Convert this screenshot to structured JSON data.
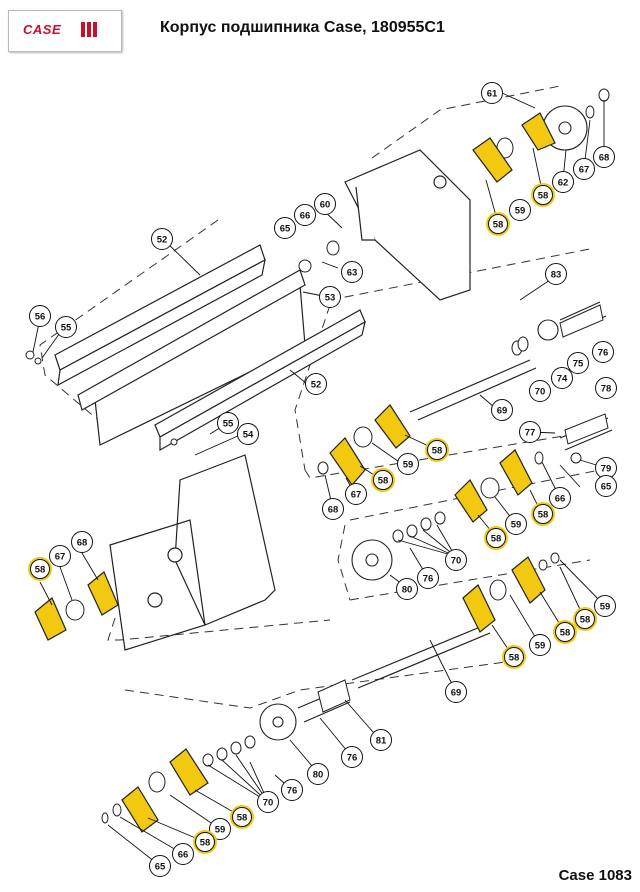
{
  "header": {
    "logo_text": "CASE",
    "title": "Корпус подшипника Case, 180955C1"
  },
  "footer": {
    "model": "Case 1083"
  },
  "colors": {
    "highlight": "#f2c811",
    "outline": "#222222",
    "logo_red": "#c8102e"
  },
  "callouts": [
    {
      "text": "61",
      "hl": false
    },
    {
      "text": "60",
      "hl": false
    },
    {
      "text": "66",
      "hl": false
    },
    {
      "text": "65",
      "hl": false
    },
    {
      "text": "52",
      "hl": false
    },
    {
      "text": "63",
      "hl": false
    },
    {
      "text": "53",
      "hl": false
    },
    {
      "text": "56",
      "hl": false
    },
    {
      "text": "55",
      "hl": false
    },
    {
      "text": "52",
      "hl": false
    },
    {
      "text": "55",
      "hl": false
    },
    {
      "text": "54",
      "hl": false
    },
    {
      "text": "58",
      "hl": true
    },
    {
      "text": "59",
      "hl": false
    },
    {
      "text": "58",
      "hl": true
    },
    {
      "text": "62",
      "hl": false
    },
    {
      "text": "67",
      "hl": false
    },
    {
      "text": "68",
      "hl": false
    },
    {
      "text": "83",
      "hl": false
    },
    {
      "text": "75",
      "hl": false
    },
    {
      "text": "76",
      "hl": false
    },
    {
      "text": "74",
      "hl": false
    },
    {
      "text": "70",
      "hl": false
    },
    {
      "text": "69",
      "hl": false
    },
    {
      "text": "78",
      "hl": false
    },
    {
      "text": "77",
      "hl": false
    },
    {
      "text": "79",
      "hl": false
    },
    {
      "text": "58",
      "hl": true
    },
    {
      "text": "59",
      "hl": false
    },
    {
      "text": "58",
      "hl": true
    },
    {
      "text": "67",
      "hl": false
    },
    {
      "text": "68",
      "hl": false
    },
    {
      "text": "65",
      "hl": false
    },
    {
      "text": "66",
      "hl": false
    },
    {
      "text": "58",
      "hl": true
    },
    {
      "text": "59",
      "hl": false
    },
    {
      "text": "58",
      "hl": true
    },
    {
      "text": "70",
      "hl": false
    },
    {
      "text": "76",
      "hl": false
    },
    {
      "text": "80",
      "hl": false
    },
    {
      "text": "58",
      "hl": true
    },
    {
      "text": "59",
      "hl": false
    },
    {
      "text": "58",
      "hl": true
    },
    {
      "text": "58",
      "hl": true
    },
    {
      "text": "59",
      "hl": false
    },
    {
      "text": "58",
      "hl": true
    },
    {
      "text": "67",
      "hl": false
    },
    {
      "text": "68",
      "hl": false
    },
    {
      "text": "69",
      "hl": false
    },
    {
      "text": "81",
      "hl": false
    },
    {
      "text": "76",
      "hl": false
    },
    {
      "text": "80",
      "hl": false
    },
    {
      "text": "70",
      "hl": false
    },
    {
      "text": "76",
      "hl": false
    },
    {
      "text": "58",
      "hl": true
    },
    {
      "text": "59",
      "hl": false
    },
    {
      "text": "58",
      "hl": true
    },
    {
      "text": "66",
      "hl": false
    },
    {
      "text": "65",
      "hl": false
    }
  ]
}
